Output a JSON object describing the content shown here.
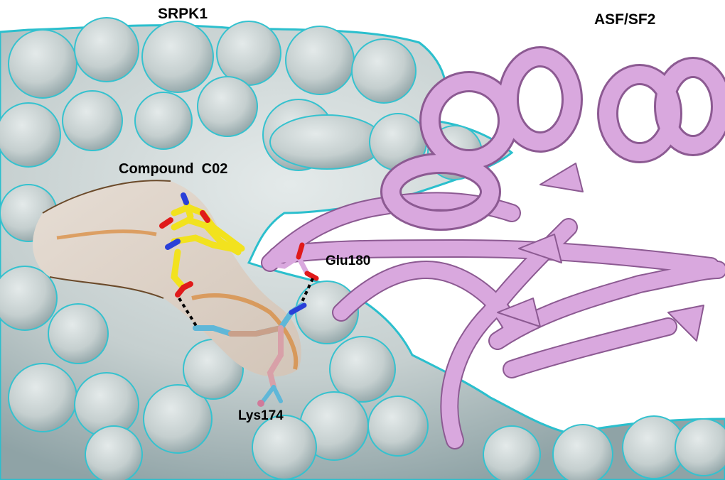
{
  "labels": {
    "protein_left": "SRPK1",
    "protein_right": "ASF/SF2",
    "ligand": "Compound  C02",
    "residue_glu": "Glu180",
    "residue_lys": "Lys174"
  },
  "colors": {
    "surface": "#c9d2d2",
    "surface_rim": "#24c3d1",
    "pocket_highlight": "#d97a1c",
    "ligand_carbon": "#f2e21e",
    "oxygen": "#e01a1a",
    "nitrogen": "#2a3fd8",
    "ribbon": "#d9a8de",
    "ribbon_edge": "#8c5a92",
    "hbond": "#000000"
  }
}
